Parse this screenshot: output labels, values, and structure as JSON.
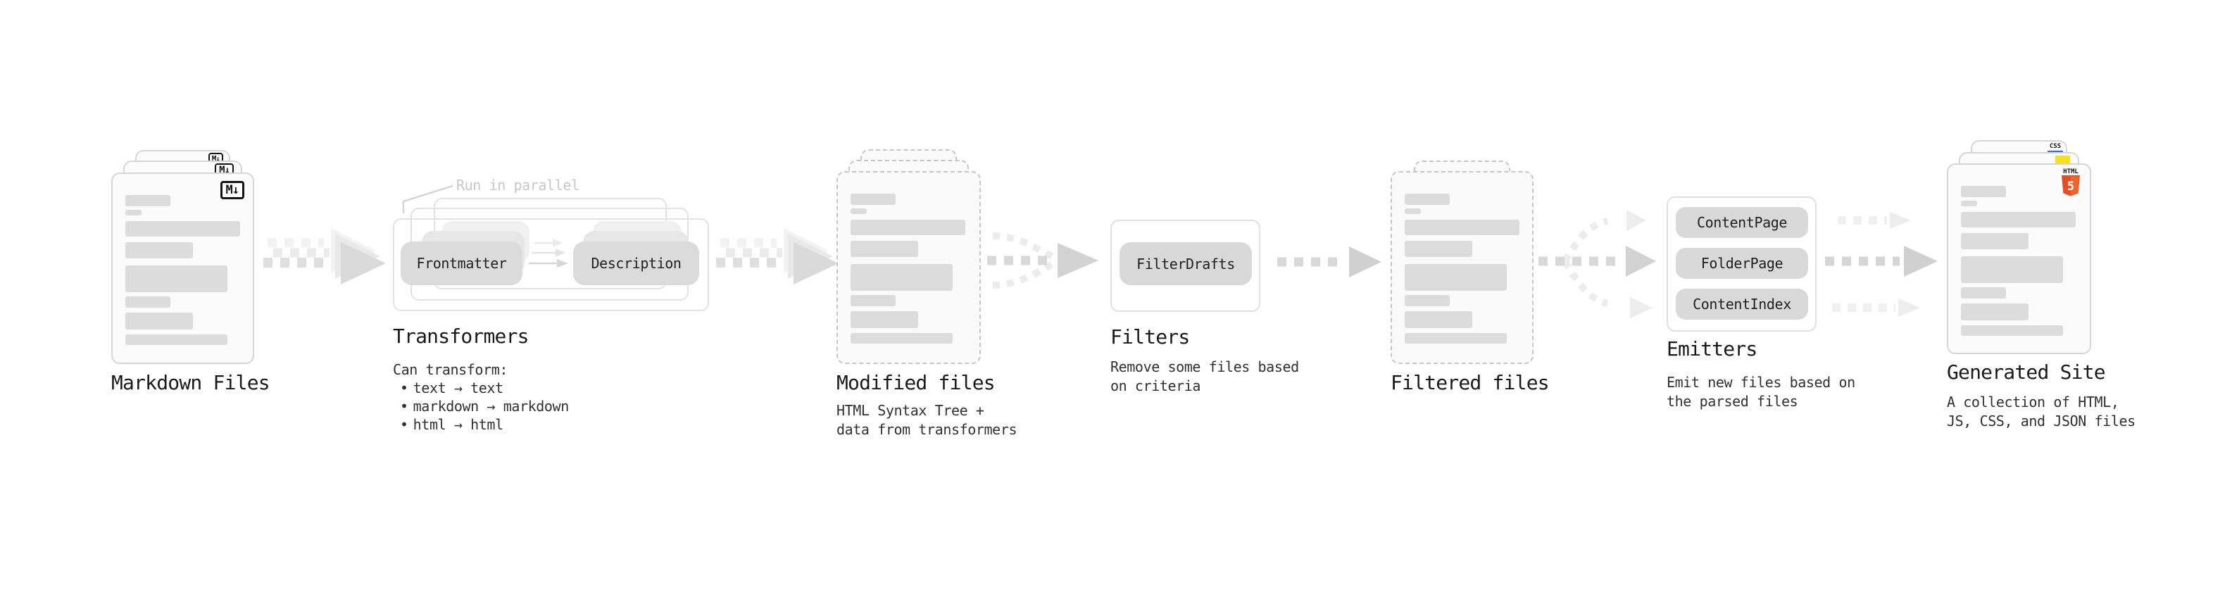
{
  "markdown_files": {
    "label": "Markdown Files",
    "badge": "M↓"
  },
  "transformers": {
    "label": "Transformers",
    "annotation": "Run in parallel",
    "pills": [
      "Frontmatter",
      "Description"
    ],
    "can_transform": "Can transform:",
    "bullet_char": "•",
    "bullets": [
      "text → text",
      "markdown → markdown",
      "html → html"
    ]
  },
  "modified_files": {
    "label": "Modified files",
    "desc_lines": [
      "HTML Syntax Tree +",
      "data from transformers"
    ]
  },
  "filters": {
    "label": "Filters",
    "pill": "FilterDrafts",
    "desc_lines": [
      "Remove some files based",
      "on criteria"
    ]
  },
  "filtered_files": {
    "label": "Filtered files"
  },
  "emitters": {
    "label": "Emitters",
    "pills": [
      "ContentPage",
      "FolderPage",
      "ContentIndex"
    ],
    "desc_lines": [
      "Emit new files based on",
      "the parsed files"
    ]
  },
  "generated_site": {
    "label": "Generated Site",
    "desc_lines": [
      "A collection of HTML,",
      "JS, CSS, and JSON files"
    ],
    "css_badge": "CSS",
    "html_badge": "HTML",
    "html_badge_number": "5"
  },
  "colors": {
    "html5_orange": "#e44d26",
    "html5_orange_light": "#f16529",
    "js_yellow": "#f7df1e",
    "css_blue": "#2d6ae3",
    "arrow_grey": "#d2d2d2",
    "pill_grey": "#d9d9d9",
    "card_border": "#d6d6d6"
  }
}
